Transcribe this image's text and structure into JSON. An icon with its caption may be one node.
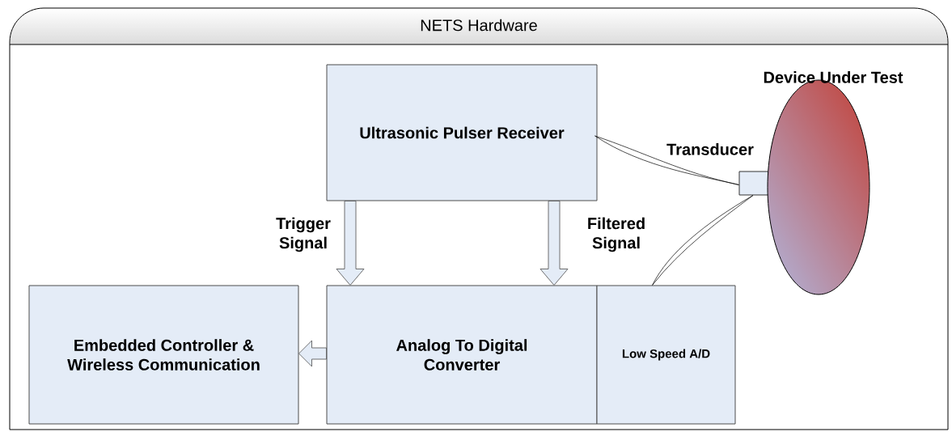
{
  "diagram": {
    "nodes": [
      {
        "text": [
          "NETS Hardware"
        ]
      },
      {
        "text": [
          "Ultrasonic Pulser Receiver"
        ],
        "in": 0
      },
      {
        "text": [
          "Analog To Digital Converter"
        ],
        "in": 0
      },
      {
        "text": [
          "Low Speed A/D"
        ],
        "in": 0
      },
      {
        "text": [
          "Embedded Controller & Wireless Communication"
        ],
        "in": 0
      },
      {
        "text": [
          "Transducer"
        ],
        "in": 0
      },
      {
        "text": [
          "Device Under Test"
        ],
        "in": 0
      }
    ],
    "edges": [
      {
        "from": 1,
        "to": 2,
        "arrow": "to",
        "label": "Trigger Signal"
      },
      {
        "from": 1,
        "to": 2,
        "arrow": "to",
        "label": "Filtered Signal"
      },
      {
        "from": 2,
        "to": 4,
        "arrow": "to"
      },
      {
        "from": 1,
        "to": 5,
        "arrow": "none"
      },
      {
        "from": 5,
        "to": 3,
        "arrow": "none"
      }
    ]
  }
}
